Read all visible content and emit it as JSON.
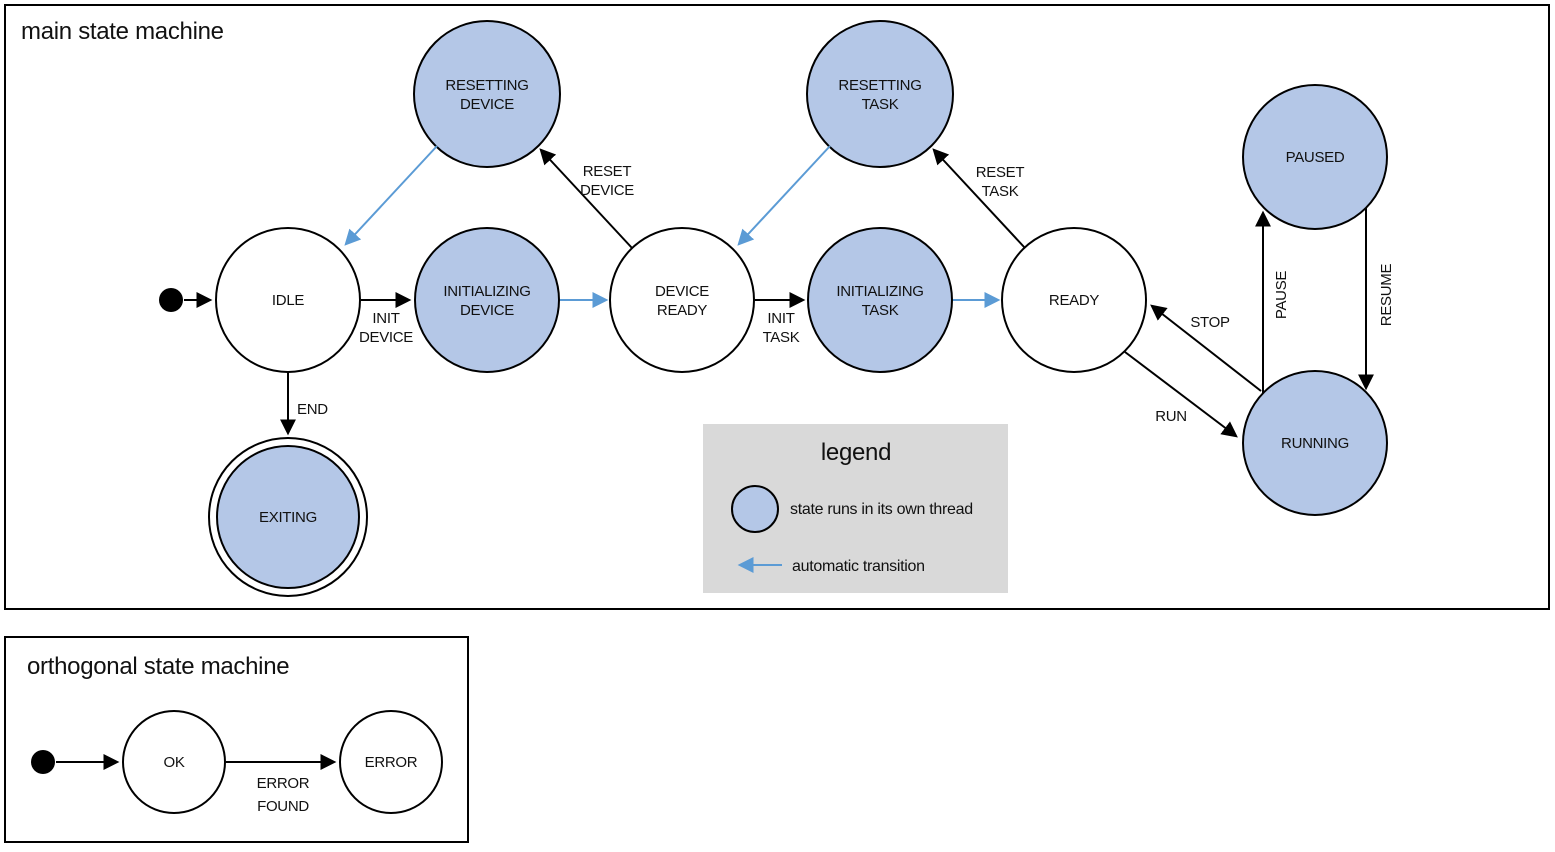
{
  "colors": {
    "state_thread_fill": "#b4c7e7",
    "auto_transition_arrow": "#5b9bd5",
    "legend_background": "#d9d9d9",
    "line": "#000000"
  },
  "main": {
    "title": "main state machine",
    "states": {
      "idle": {
        "label": "IDLE"
      },
      "initializing_device": {
        "line1": "INITIALIZING",
        "line2": "DEVICE"
      },
      "device_ready": {
        "line1": "DEVICE",
        "line2": "READY"
      },
      "initializing_task": {
        "line1": "INITIALIZING",
        "line2": "TASK"
      },
      "ready": {
        "label": "READY"
      },
      "resetting_device": {
        "line1": "RESETTING",
        "line2": "DEVICE"
      },
      "resetting_task": {
        "line1": "RESETTING",
        "line2": "TASK"
      },
      "paused": {
        "label": "PAUSED"
      },
      "running": {
        "label": "RUNNING"
      },
      "exiting": {
        "label": "EXITING"
      }
    },
    "transitions": {
      "init_device": {
        "line1": "INIT",
        "line2": "DEVICE"
      },
      "init_task": {
        "line1": "INIT",
        "line2": "TASK"
      },
      "reset_device": {
        "line1": "RESET",
        "line2": "DEVICE"
      },
      "reset_task": {
        "line1": "RESET",
        "line2": "TASK"
      },
      "run": {
        "label": "RUN"
      },
      "stop": {
        "label": "STOP"
      },
      "pause": {
        "label": "PAUSE"
      },
      "resume": {
        "label": "RESUME"
      },
      "end": {
        "label": "END"
      }
    },
    "legend": {
      "title": "legend",
      "thread_item": "state runs in its own thread",
      "auto_item": "automatic transition"
    }
  },
  "orthogonal": {
    "title": "orthogonal state machine",
    "states": {
      "ok": {
        "label": "OK"
      },
      "error": {
        "label": "ERROR"
      }
    },
    "transitions": {
      "error_found": {
        "line1": "ERROR",
        "line2": "FOUND"
      }
    }
  }
}
